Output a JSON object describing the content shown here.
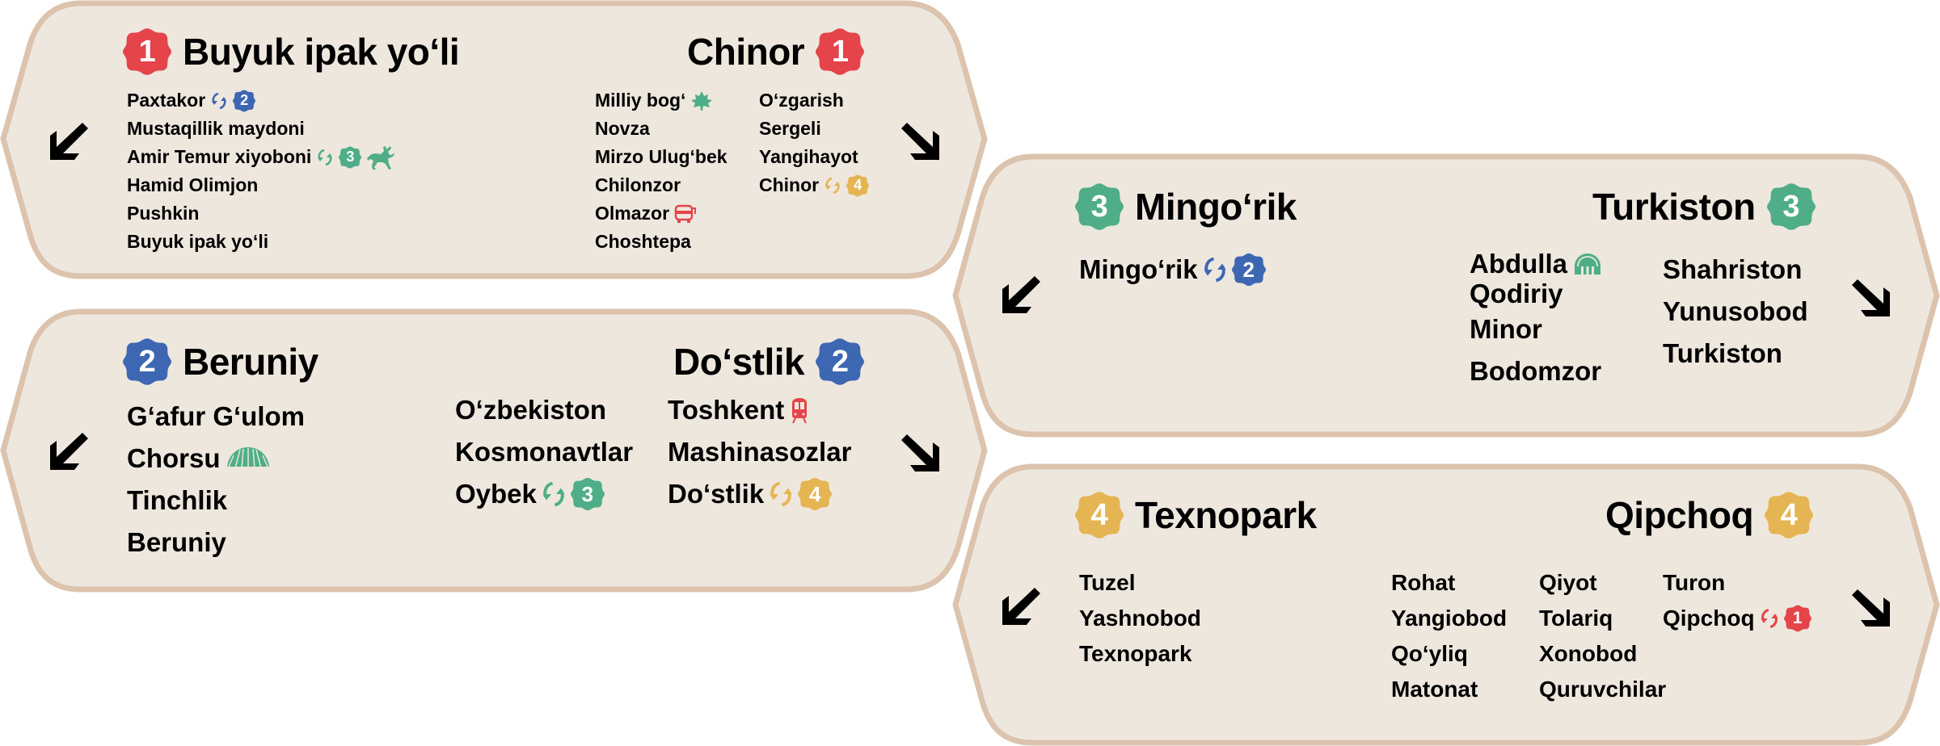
{
  "colors": {
    "panel_fill": "#EEE7DE",
    "panel_border": "#DCC3AD",
    "line1": "#E4444A",
    "line2": "#3E67B3",
    "line3": "#4FAE87",
    "line4": "#E5B553",
    "text": "#000000"
  },
  "icons": {
    "transfer": "transfer-arrows-icon",
    "arrow_left": "arrow-down-left-icon",
    "arrow_right": "arrow-down-right-icon",
    "horseman": "amir-temur-monument-icon",
    "leaf": "maple-leaf-icon",
    "bus": "bus-icon",
    "train": "train-icon",
    "dome": "chorsu-dome-icon",
    "arch": "arch-icon"
  },
  "panels": [
    {
      "line": "1",
      "left_terminal": "Buyuk ipak yo‘li",
      "right_terminal": "Chinor",
      "left_stations": [
        {
          "name": "Paxtakor",
          "transfer": "2"
        },
        {
          "name": "Mustaqillik maydoni"
        },
        {
          "name": "Amir Temur xiyoboni",
          "transfer": "3",
          "icon": "horseman"
        },
        {
          "name": "Hamid Olimjon"
        },
        {
          "name": "Pushkin"
        },
        {
          "name": "Buyuk ipak yo‘li"
        }
      ],
      "right_col1": [
        {
          "name": "Milliy bog‘",
          "icon": "leaf"
        },
        {
          "name": "Novza"
        },
        {
          "name": "Mirzo Ulug‘bek"
        },
        {
          "name": "Chilonzor"
        },
        {
          "name": "Olmazor",
          "icon": "bus"
        },
        {
          "name": "Choshtepa"
        }
      ],
      "right_col2": [
        {
          "name": "O‘zgarish"
        },
        {
          "name": "Sergeli"
        },
        {
          "name": "Yangihayot"
        },
        {
          "name": "Chinor",
          "transfer": "4"
        }
      ]
    },
    {
      "line": "2",
      "left_terminal": "Beruniy",
      "right_terminal": "Do‘stlik",
      "left_stations": [
        {
          "name": "G‘afur G‘ulom"
        },
        {
          "name": "Chorsu",
          "icon": "dome"
        },
        {
          "name": "Tinchlik"
        },
        {
          "name": "Beruniy"
        }
      ],
      "right_col1": [
        {
          "name": "O‘zbekiston"
        },
        {
          "name": "Kosmonavtlar"
        },
        {
          "name": "Oybek",
          "transfer": "3"
        }
      ],
      "right_col2": [
        {
          "name": "Toshkent",
          "icon": "train"
        },
        {
          "name": "Mashinasozlar"
        },
        {
          "name": "Do‘stlik",
          "transfer": "4"
        }
      ]
    },
    {
      "line": "3",
      "left_terminal": "Mingo‘rik",
      "right_terminal": "Turkiston",
      "left_stations": [
        {
          "name": "Mingo‘rik",
          "transfer": "2"
        }
      ],
      "right_col1": [
        {
          "name": "Abdulla Qodiriy",
          "icon": "arch"
        },
        {
          "name": "Minor"
        },
        {
          "name": "Bodomzor"
        }
      ],
      "right_col2": [
        {
          "name": "Shahriston"
        },
        {
          "name": "Yunusobod"
        },
        {
          "name": "Turkiston"
        }
      ]
    },
    {
      "line": "4",
      "left_terminal": "Texnopark",
      "right_terminal": "Qipchoq",
      "left_stations": [
        {
          "name": "Tuzel"
        },
        {
          "name": "Yashnobod"
        },
        {
          "name": "Texnopark"
        }
      ],
      "right_col1": [
        {
          "name": "Rohat"
        },
        {
          "name": "Yangiobod"
        },
        {
          "name": "Qo‘yliq"
        },
        {
          "name": "Matonat"
        }
      ],
      "right_col2": [
        {
          "name": "Qiyot"
        },
        {
          "name": "Tolariq"
        },
        {
          "name": "Xonobod"
        },
        {
          "name": "Quruvchilar"
        }
      ],
      "right_col3": [
        {
          "name": "Turon"
        },
        {
          "name": "Qipchoq",
          "transfer": "1"
        }
      ]
    }
  ]
}
